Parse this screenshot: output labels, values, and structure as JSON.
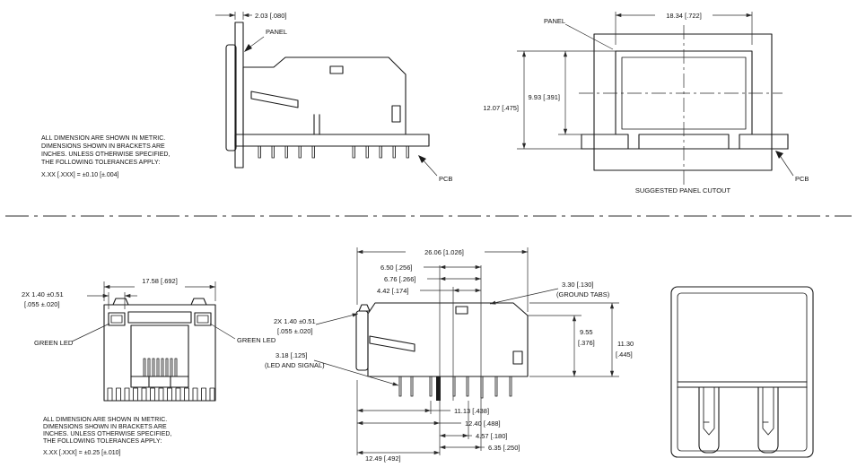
{
  "colors": {
    "line": "#1a1a1a",
    "background": "#ffffff"
  },
  "top_left": {
    "dim_panel_thickness": "2.03 [.080]",
    "panel_label": "PANEL",
    "pcb_label": "PCB",
    "note": [
      "ALL DIMENSION ARE SHOWN IN METRIC.",
      "DIMENSIONS SHOWN IN BRACKETS ARE",
      "INCHES. UNLESS OTHERWISE SPECIFIED,",
      "THE FOLLOWING TOLERANCES APPLY:"
    ],
    "tolerance": "X.XX [.XXX] = ±0.10 [±.004]"
  },
  "top_right": {
    "panel_label": "PANEL",
    "pcb_label": "PCB",
    "dim_cutout_width": "18.34 [.722]",
    "dim_cutout_height": "9.93 [.391]",
    "dim_cutout_total_height": "12.07 [.475]",
    "caption": "SUGGESTED PANEL CUTOUT"
  },
  "front_view": {
    "dim_width": "17.58 [.692]",
    "dim_led_line1": "2X 1.40 ±0.51",
    "dim_led_line2": "[.055 ±.020]",
    "green_led_left": "GREEN LED",
    "green_led_right": "GREEN LED",
    "note": [
      "ALL DIMENSION ARE SHOWN IN METRIC.",
      "DIMENSIONS SHOWN IN BRACKETS ARE",
      "INCHES. UNLESS OTHERWISE SPECIFIED,",
      "THE FOLLOWING TOLERANCES APPLY:"
    ],
    "tolerance": "X.XX [.XXX] = ±0.25 [±.010]"
  },
  "side_view": {
    "dim_overall_width": "26.06 [1.026]",
    "dim_pin_a": "6.50 [.256]",
    "dim_pin_b": "6.76 [.266]",
    "dim_pin_c": "4.42 [.174]",
    "dim_tab_line1": "2X 1.40 ±0.51",
    "dim_tab_line2": "[.055 ±.020]",
    "ground_tabs_line1": "3.30 [.130]",
    "ground_tabs_line2": "(GROUND TABS)",
    "dim_height_a_line1": "9.55",
    "dim_height_a_line2": "[.376]",
    "dim_height_b_line1": "11.30",
    "dim_height_b_line2": "[.445]",
    "led_signal_line1": "3.18 [.125]",
    "led_signal_line2": "(LED AND SIGNAL)",
    "dim_pin_d": "11.13 [.438]",
    "dim_pin_e": "12.40 [.488]",
    "dim_pin_f": "4.57 [.180]",
    "dim_pin_g": "6.35 [.250]",
    "dim_pin_h": "12.49 [.492]"
  }
}
